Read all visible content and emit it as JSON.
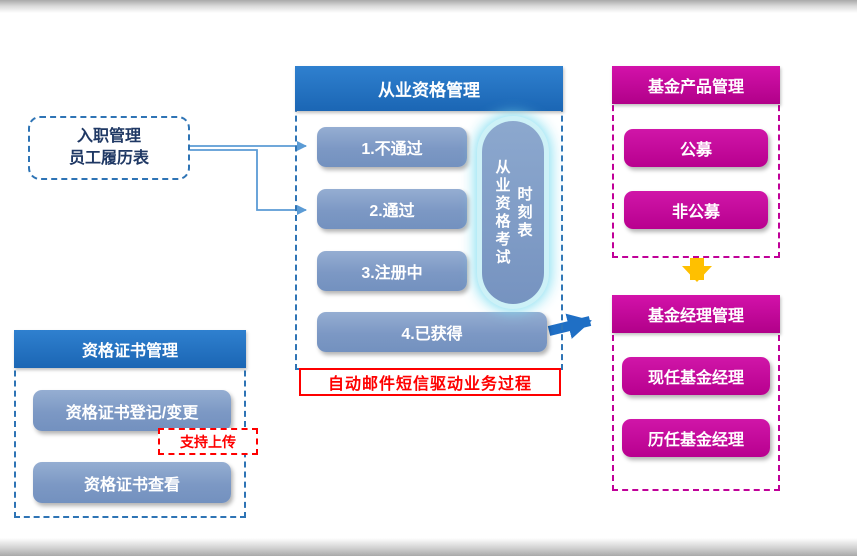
{
  "onboarding": {
    "line1": "入职管理",
    "line2": "员工履历表"
  },
  "qualification": {
    "title": "从业资格管理",
    "steps": [
      "1.不通过",
      "2.通过",
      "3.注册中",
      "4.已获得"
    ],
    "exam_capsule": {
      "main": "从业资格考试",
      "sub": "时刻表"
    },
    "banner": "自动邮件短信驱动业务过程"
  },
  "fund_product": {
    "title": "基金产品管理",
    "items": [
      "公募",
      "非公募"
    ]
  },
  "fund_manager": {
    "title": "基金经理管理",
    "items": [
      "现任基金经理",
      "历任基金经理"
    ]
  },
  "certificate": {
    "title": "资格证书管理",
    "register_button": "资格证书登记/变更",
    "upload_tag": "支持上传",
    "view_button": "资格证书查看"
  },
  "colors": {
    "blue_header": "#1E6FC1",
    "steel_button": "#7E9CC8",
    "magenta": "#C00098",
    "yellow_arrow": "#FFC000",
    "red_accent": "#FE0000",
    "thin_arrow": "#5B9BD5"
  }
}
